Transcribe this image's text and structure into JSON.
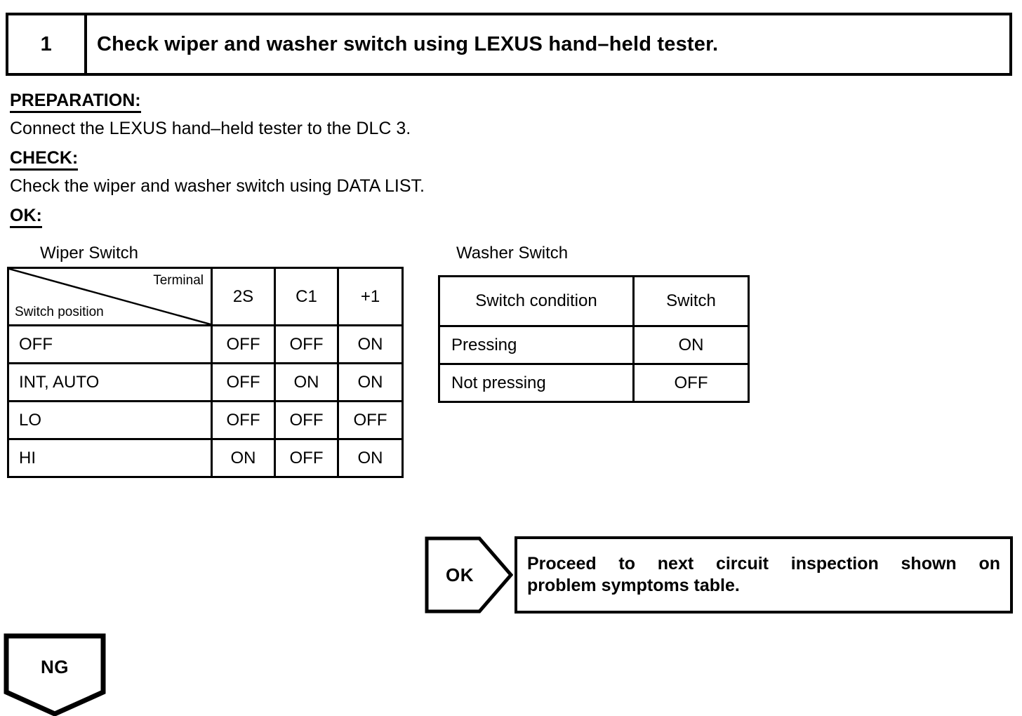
{
  "step": {
    "number": "1",
    "title": "Check wiper and washer switch using LEXUS hand–held tester."
  },
  "sections": {
    "preparation_label": "PREPARATION:",
    "preparation_text": "Connect the LEXUS hand–held tester to the DLC 3.",
    "check_label": "CHECK:",
    "check_text": "Check the wiper and washer switch using DATA LIST.",
    "ok_label": "OK:"
  },
  "wiper_table": {
    "caption": "Wiper Switch",
    "header_diagonal_top": "Terminal",
    "header_diagonal_bottom": "Switch position",
    "columns": [
      "2S",
      "C1",
      "+1"
    ],
    "rows": [
      {
        "position": "OFF",
        "values": [
          "OFF",
          "OFF",
          "ON"
        ]
      },
      {
        "position": "INT, AUTO",
        "values": [
          "OFF",
          "ON",
          "ON"
        ]
      },
      {
        "position": "LO",
        "values": [
          "OFF",
          "OFF",
          "OFF"
        ]
      },
      {
        "position": "HI",
        "values": [
          "ON",
          "OFF",
          "ON"
        ]
      }
    ]
  },
  "washer_table": {
    "caption": "Washer Switch",
    "columns": [
      "Switch condition",
      "Switch"
    ],
    "rows": [
      {
        "condition": "Pressing",
        "switch": "ON"
      },
      {
        "condition": "Not pressing",
        "switch": "OFF"
      }
    ]
  },
  "flow": {
    "ok_tag": "OK",
    "ok_message_line1": "Proceed to next circuit inspection shown on",
    "ok_message_line2": "problem symptoms table.",
    "ng_tag": "NG"
  },
  "colors": {
    "ink": "#000000",
    "paper": "#ffffff"
  }
}
